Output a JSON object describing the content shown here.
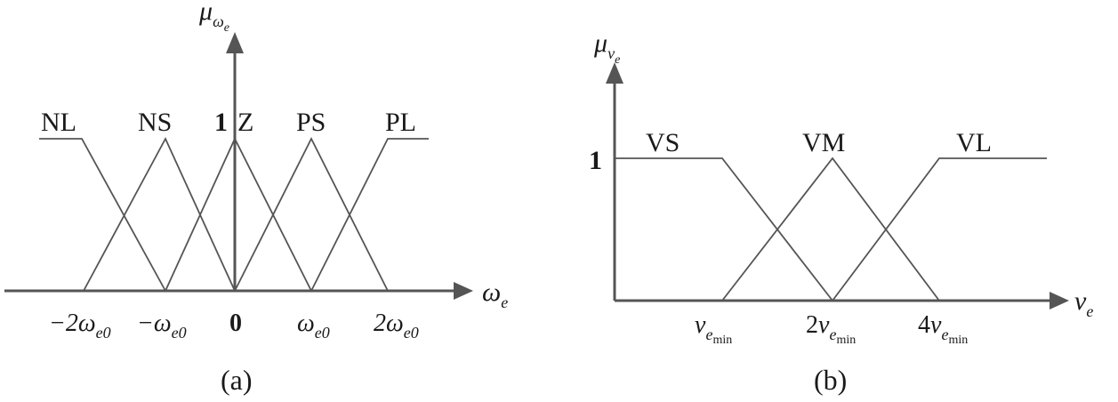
{
  "panels": [
    {
      "id": "a",
      "caption": "(a)",
      "y_label": {
        "base": "μ",
        "sub": "ω",
        "subsub": "e"
      },
      "x_label": {
        "base": "ω",
        "sub": "e"
      },
      "peak_label": "1",
      "sets": [
        "NL",
        "NS",
        "Z",
        "PS",
        "PL"
      ],
      "ticks": [
        {
          "base": "−2ω",
          "sub": "e0"
        },
        {
          "base": "−ω",
          "sub": "e0"
        },
        {
          "base": "0",
          "sub": ""
        },
        {
          "base": "ω",
          "sub": "e0"
        },
        {
          "base": "2ω",
          "sub": "e0"
        }
      ]
    },
    {
      "id": "b",
      "caption": "(b)",
      "y_label": {
        "base": "μ",
        "sub": "v",
        "subsub": "e"
      },
      "x_label": {
        "base": "v",
        "sub": "e"
      },
      "peak_label": "1",
      "sets": [
        "VS",
        "VM",
        "VL"
      ],
      "ticks": [
        {
          "pre": "",
          "base": "v",
          "sub": "e",
          "subsub": "min"
        },
        {
          "pre": "2",
          "base": "v",
          "sub": "e",
          "subsub": "min"
        },
        {
          "pre": "4",
          "base": "v",
          "sub": "e",
          "subsub": "min"
        }
      ]
    }
  ],
  "colors": {
    "line": "#555555",
    "text": "#1a1a1a"
  }
}
